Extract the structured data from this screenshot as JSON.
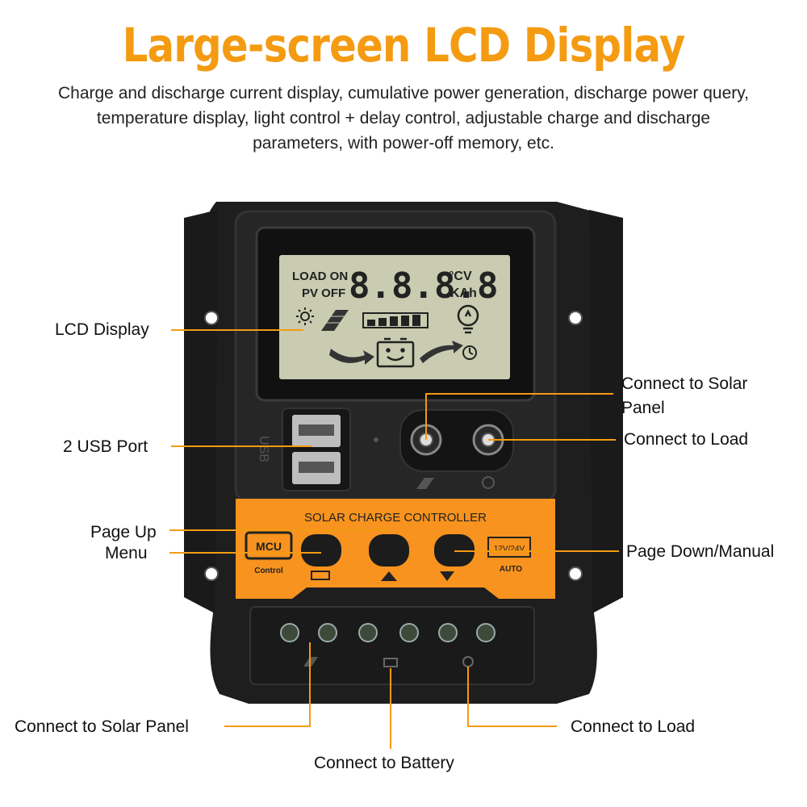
{
  "header": {
    "title": "Large-screen LCD Display",
    "description_lines": [
      "Charge and discharge current display, cumulative power generation, discharge power query,",
      "temperature display, light control + delay control, adjustable charge and discharge",
      "parameters, with power-off memory, etc."
    ]
  },
  "lcd": {
    "load_on": "LOAD ON",
    "pv_off": "PV OFF",
    "digits": "8.8.8.8",
    "unit_top": "°CV",
    "unit_bottom": "KAh"
  },
  "device": {
    "usb_text": "USB",
    "panel_title": "SOLAR CHARGE CONTROLLER",
    "mcu": "MCU",
    "mcu_sub": "Control",
    "voltage": "12V/24V",
    "auto": "AUTO"
  },
  "callouts": {
    "lcd_display": "LCD Display",
    "usb_port": "2 USB Port",
    "page_up": "Page Up",
    "menu": "Menu",
    "solar_top_line1": "Connect to Solar",
    "solar_top_line2": "Panel",
    "load_top": "Connect to Load",
    "page_down": "Page Down/Manual",
    "solar_bottom": "Connect to Solar Panel",
    "battery": "Connect to Battery",
    "load_bottom": "Connect to Load"
  },
  "colors": {
    "accent": "#f49b12",
    "device_body": "#1e1e1e",
    "lcd_screen": "#c9ccb0",
    "orange_panel": "#f7931e"
  }
}
